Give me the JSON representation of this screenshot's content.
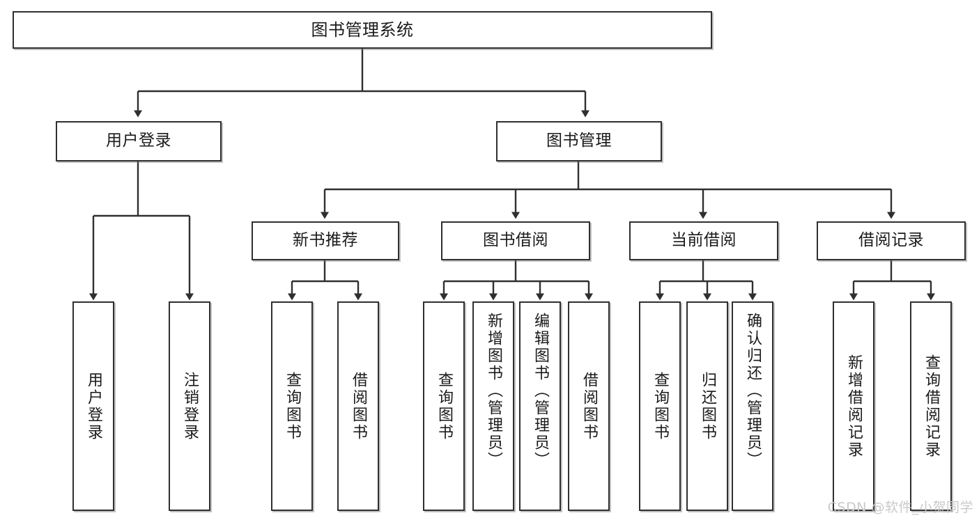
{
  "diagram": {
    "title": "图书管理系统",
    "type": "tree",
    "orientation": "top-down",
    "colors": {
      "box_border": "#2f2f2f",
      "box_fill": "#ffffff",
      "connector": "#2f2f2f",
      "text": "#1a1a1a",
      "watermark": "#c9c9c9",
      "background": "#ffffff"
    }
  },
  "watermark": "CSDN @软件_小贺同学",
  "nodes": {
    "root": {
      "label": "图书管理系统",
      "level": 1
    },
    "level2": [
      {
        "id": "user-login",
        "label": "用户登录"
      },
      {
        "id": "book-manage",
        "label": "图书管理"
      }
    ],
    "level3": [
      {
        "id": "new-book-rec",
        "label": "新书推荐",
        "parent": "book-manage"
      },
      {
        "id": "book-borrow",
        "label": "图书借阅",
        "parent": "book-manage"
      },
      {
        "id": "current-borrow",
        "label": "当前借阅",
        "parent": "book-manage"
      },
      {
        "id": "borrow-record",
        "label": "借阅记录",
        "parent": "book-manage"
      }
    ],
    "leaves": [
      {
        "id": "leaf-user-login",
        "label": "用户登录",
        "parent": "user-login"
      },
      {
        "id": "leaf-logout",
        "label": "注销登录",
        "parent": "user-login"
      },
      {
        "id": "leaf-query-book-1",
        "label": "查询图书",
        "parent": "new-book-rec"
      },
      {
        "id": "leaf-borrow-book-1",
        "label": "借阅图书",
        "parent": "new-book-rec"
      },
      {
        "id": "leaf-query-book-2",
        "label": "查询图书",
        "parent": "book-borrow"
      },
      {
        "id": "leaf-add-book",
        "label": "新增图书（管理员）",
        "parent": "book-borrow"
      },
      {
        "id": "leaf-edit-book",
        "label": "编辑图书（管理员）",
        "parent": "book-borrow"
      },
      {
        "id": "leaf-borrow-book-2",
        "label": "借阅图书",
        "parent": "book-borrow"
      },
      {
        "id": "leaf-query-book-3",
        "label": "查询图书",
        "parent": "current-borrow"
      },
      {
        "id": "leaf-return-book",
        "label": "归还图书",
        "parent": "current-borrow"
      },
      {
        "id": "leaf-confirm-return",
        "label": "确认归还（管理员）",
        "parent": "current-borrow"
      },
      {
        "id": "leaf-add-record",
        "label": "新增借阅记录",
        "parent": "borrow-record"
      },
      {
        "id": "leaf-query-record",
        "label": "查询借阅记录",
        "parent": "borrow-record"
      }
    ]
  }
}
